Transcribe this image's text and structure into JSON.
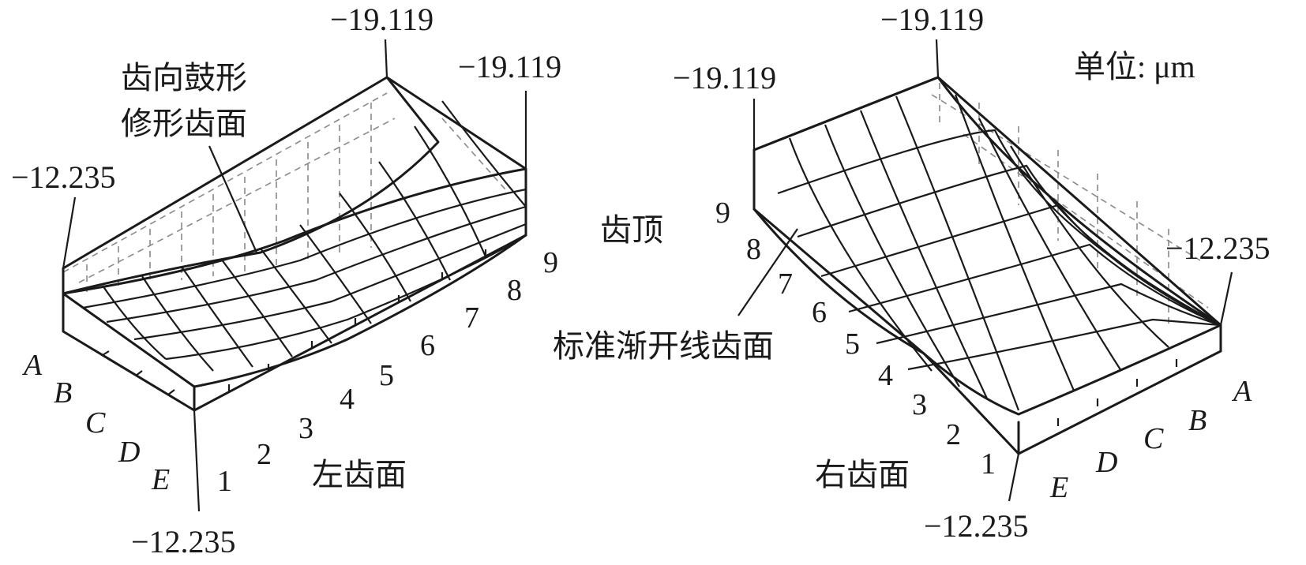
{
  "values": {
    "max": "−19.119",
    "min": "−12.235"
  },
  "labels": {
    "crowned_surface": [
      "齿向鼓形",
      "修形齿面"
    ],
    "tooth_tip": "齿顶",
    "standard_surface": "标准渐开线齿面",
    "left_flank": "左齿面",
    "right_flank": "右齿面",
    "unit": "单位: μm"
  },
  "ticks": {
    "numbers": [
      "1",
      "2",
      "3",
      "4",
      "5",
      "6",
      "7",
      "8",
      "9"
    ],
    "letters": [
      "A",
      "B",
      "C",
      "D",
      "E"
    ]
  }
}
